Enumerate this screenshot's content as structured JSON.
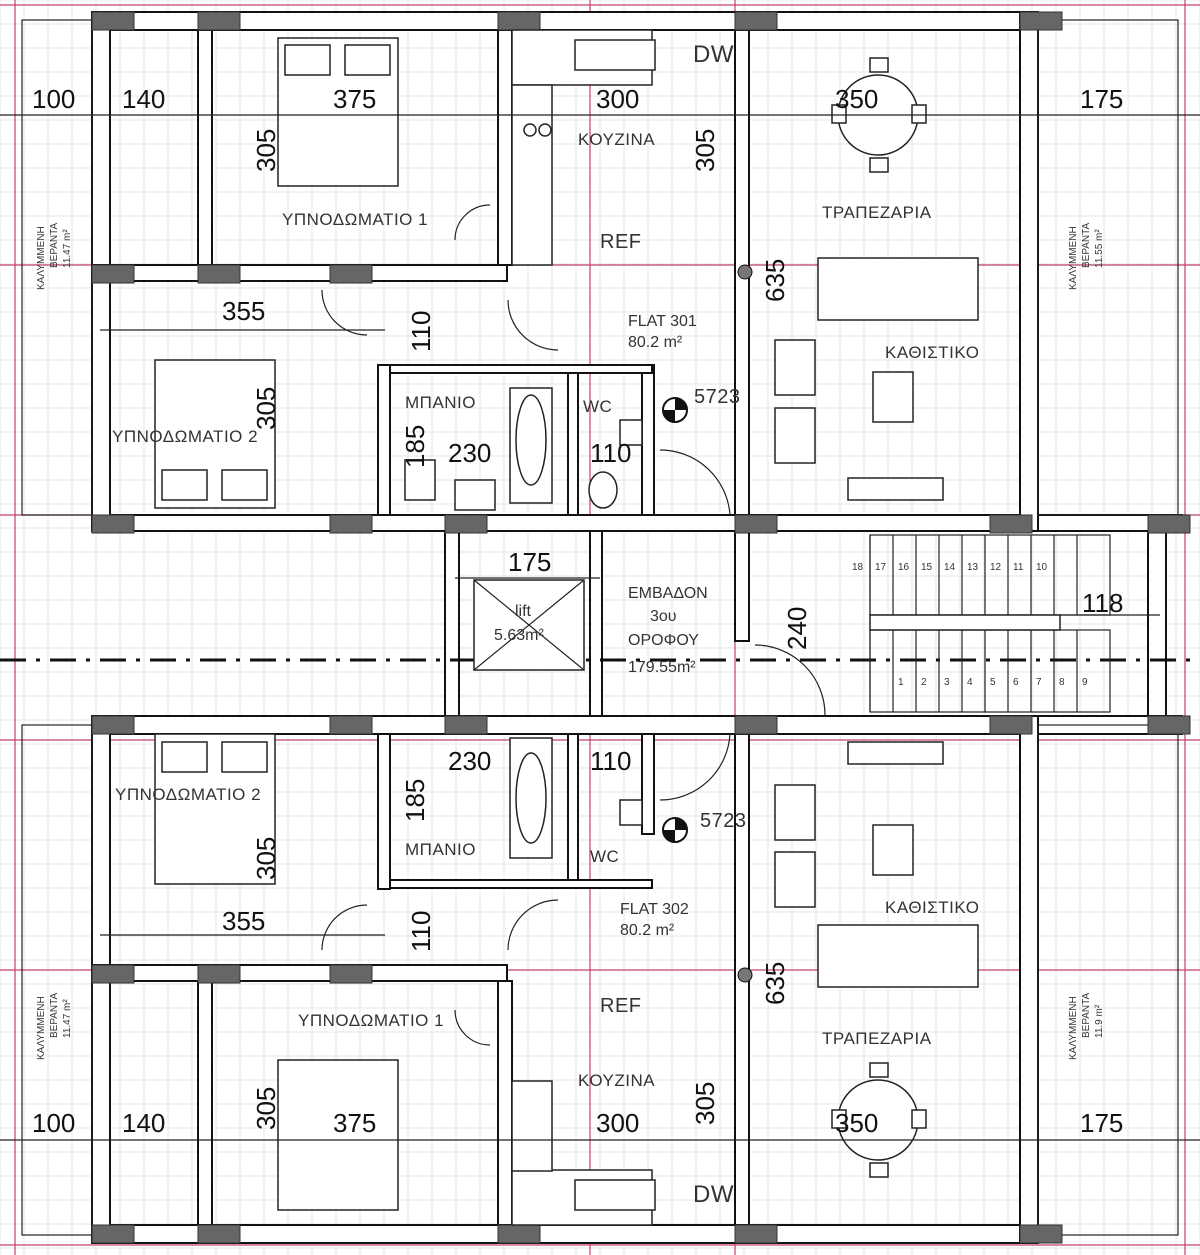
{
  "labels": {
    "flat301": {
      "name": "FLAT 301",
      "area": "80.2 m²",
      "kitchen": "ΚΟΥΖΙΝΑ",
      "dining": "ΤΡΑΠΕΖΑΡΙΑ",
      "living": "ΚΑΘΙΣΤΙΚΟ",
      "bed1": "ΥΠΝΟΔΩΜΑΤΙΟ 1",
      "bed2": "ΥΠΝΟΔΩΜΑΤΙΟ 2",
      "bath": "ΜΠΑΝΙΟ",
      "wc": "WC",
      "ref": "REF",
      "dw": "DW",
      "level": "5723"
    },
    "flat302": {
      "name": "FLAT 302",
      "area": "80.2 m²",
      "kitchen": "ΚΟΥΖΙΝΑ",
      "dining": "ΤΡΑΠΕΖΑΡΙΑ",
      "living": "ΚΑΘΙΣΤΙΚΟ",
      "bed1": "ΥΠΝΟΔΩΜΑΤΙΟ 1",
      "bed2": "ΥΠΝΟΔΩΜΑΤΙΟ 2",
      "bath": "ΜΠΑΝΙΟ",
      "wc": "WC",
      "ref": "REF",
      "dw": "DW",
      "level": "5723"
    },
    "veranda_tl": {
      "l1": "ΚΑΛΥΜΜΕΝΗ",
      "l2": "ΒΕΡΑΝΤΑ",
      "l3": "11.47 m²"
    },
    "veranda_tr": {
      "l1": "ΚΑΛΥΜΜΕΝΗ",
      "l2": "ΒΕΡΑΝΤΑ",
      "l3": "11.55 m²"
    },
    "veranda_bl": {
      "l1": "ΚΑΛΥΜΜΕΝΗ",
      "l2": "ΒΕΡΑΝΤΑ",
      "l3": "11.47 m²"
    },
    "veranda_br": {
      "l1": "ΚΑΛΥΜΜΕΝΗ",
      "l2": "ΒΕΡΑΝΤΑ",
      "l3": "11.9 m²"
    },
    "lift": {
      "name": "lift",
      "area": "5.63m²"
    },
    "floor_area": {
      "l1": "ΕΜΒΑΔΟΝ",
      "l2": "3ου",
      "l3": "ΟΡΟΦΟΥ",
      "l4": "179.55m²"
    }
  },
  "dimensions": {
    "top": [
      "100",
      "140",
      "375",
      "300",
      "305",
      "350",
      "175",
      "305",
      "355",
      "305",
      "110",
      "185",
      "230",
      "110",
      "635"
    ],
    "middle": [
      "175",
      "240",
      "118"
    ],
    "bottom": [
      "230",
      "110",
      "185",
      "305",
      "355",
      "110",
      "635",
      "305",
      "375",
      "300",
      "305",
      "350",
      "175",
      "100",
      "140"
    ]
  },
  "stairs": {
    "upper": [
      "18",
      "17",
      "16",
      "15",
      "14",
      "13",
      "12",
      "11",
      "10"
    ],
    "lower": [
      "1",
      "2",
      "3",
      "4",
      "5",
      "6",
      "7",
      "8",
      "9"
    ]
  }
}
